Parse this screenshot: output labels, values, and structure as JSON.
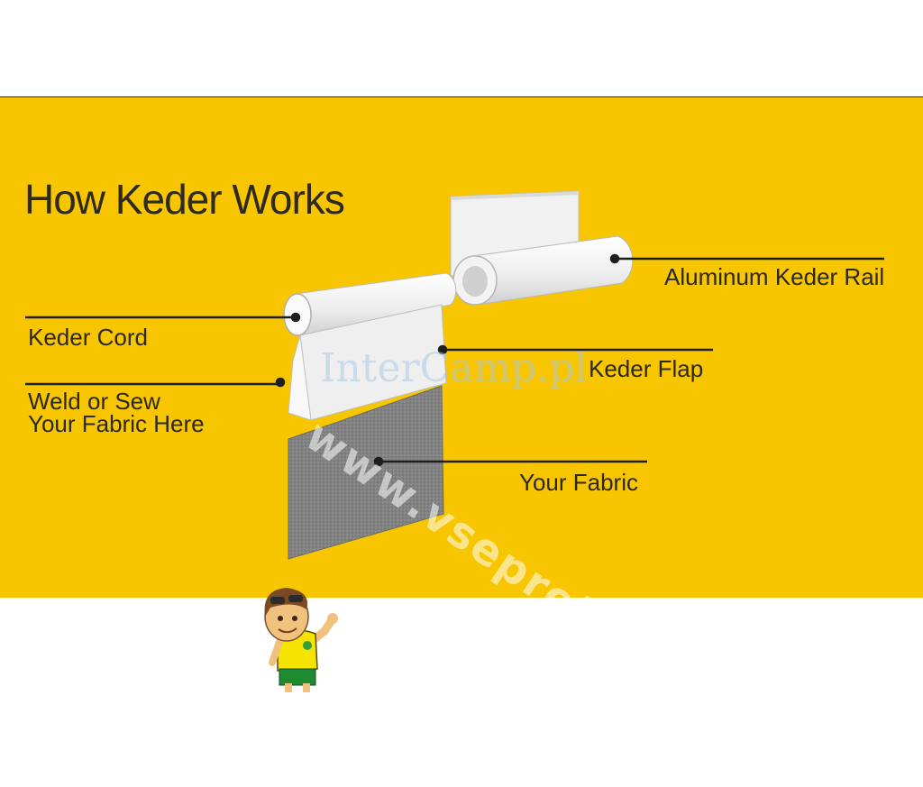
{
  "title": "How Keder Works",
  "labels": {
    "rail": "Aluminum Keder Rail",
    "cord": "Keder Cord",
    "flap": "Keder Flap",
    "weld_line1": "Weld or Sew",
    "weld_line2": "Your Fabric Here",
    "fabric": "Your Fabric"
  },
  "watermarks": {
    "logo_text": "InterCamp.pl",
    "site": "www.vseprokaravan.cz"
  },
  "colors": {
    "background": "#f7c600",
    "text": "#2b2820",
    "rail": "#f4f4f4",
    "fabric": "#8a8a8a"
  },
  "mascot": "cartoon boy in yellow shirt with sunglasses, waving"
}
